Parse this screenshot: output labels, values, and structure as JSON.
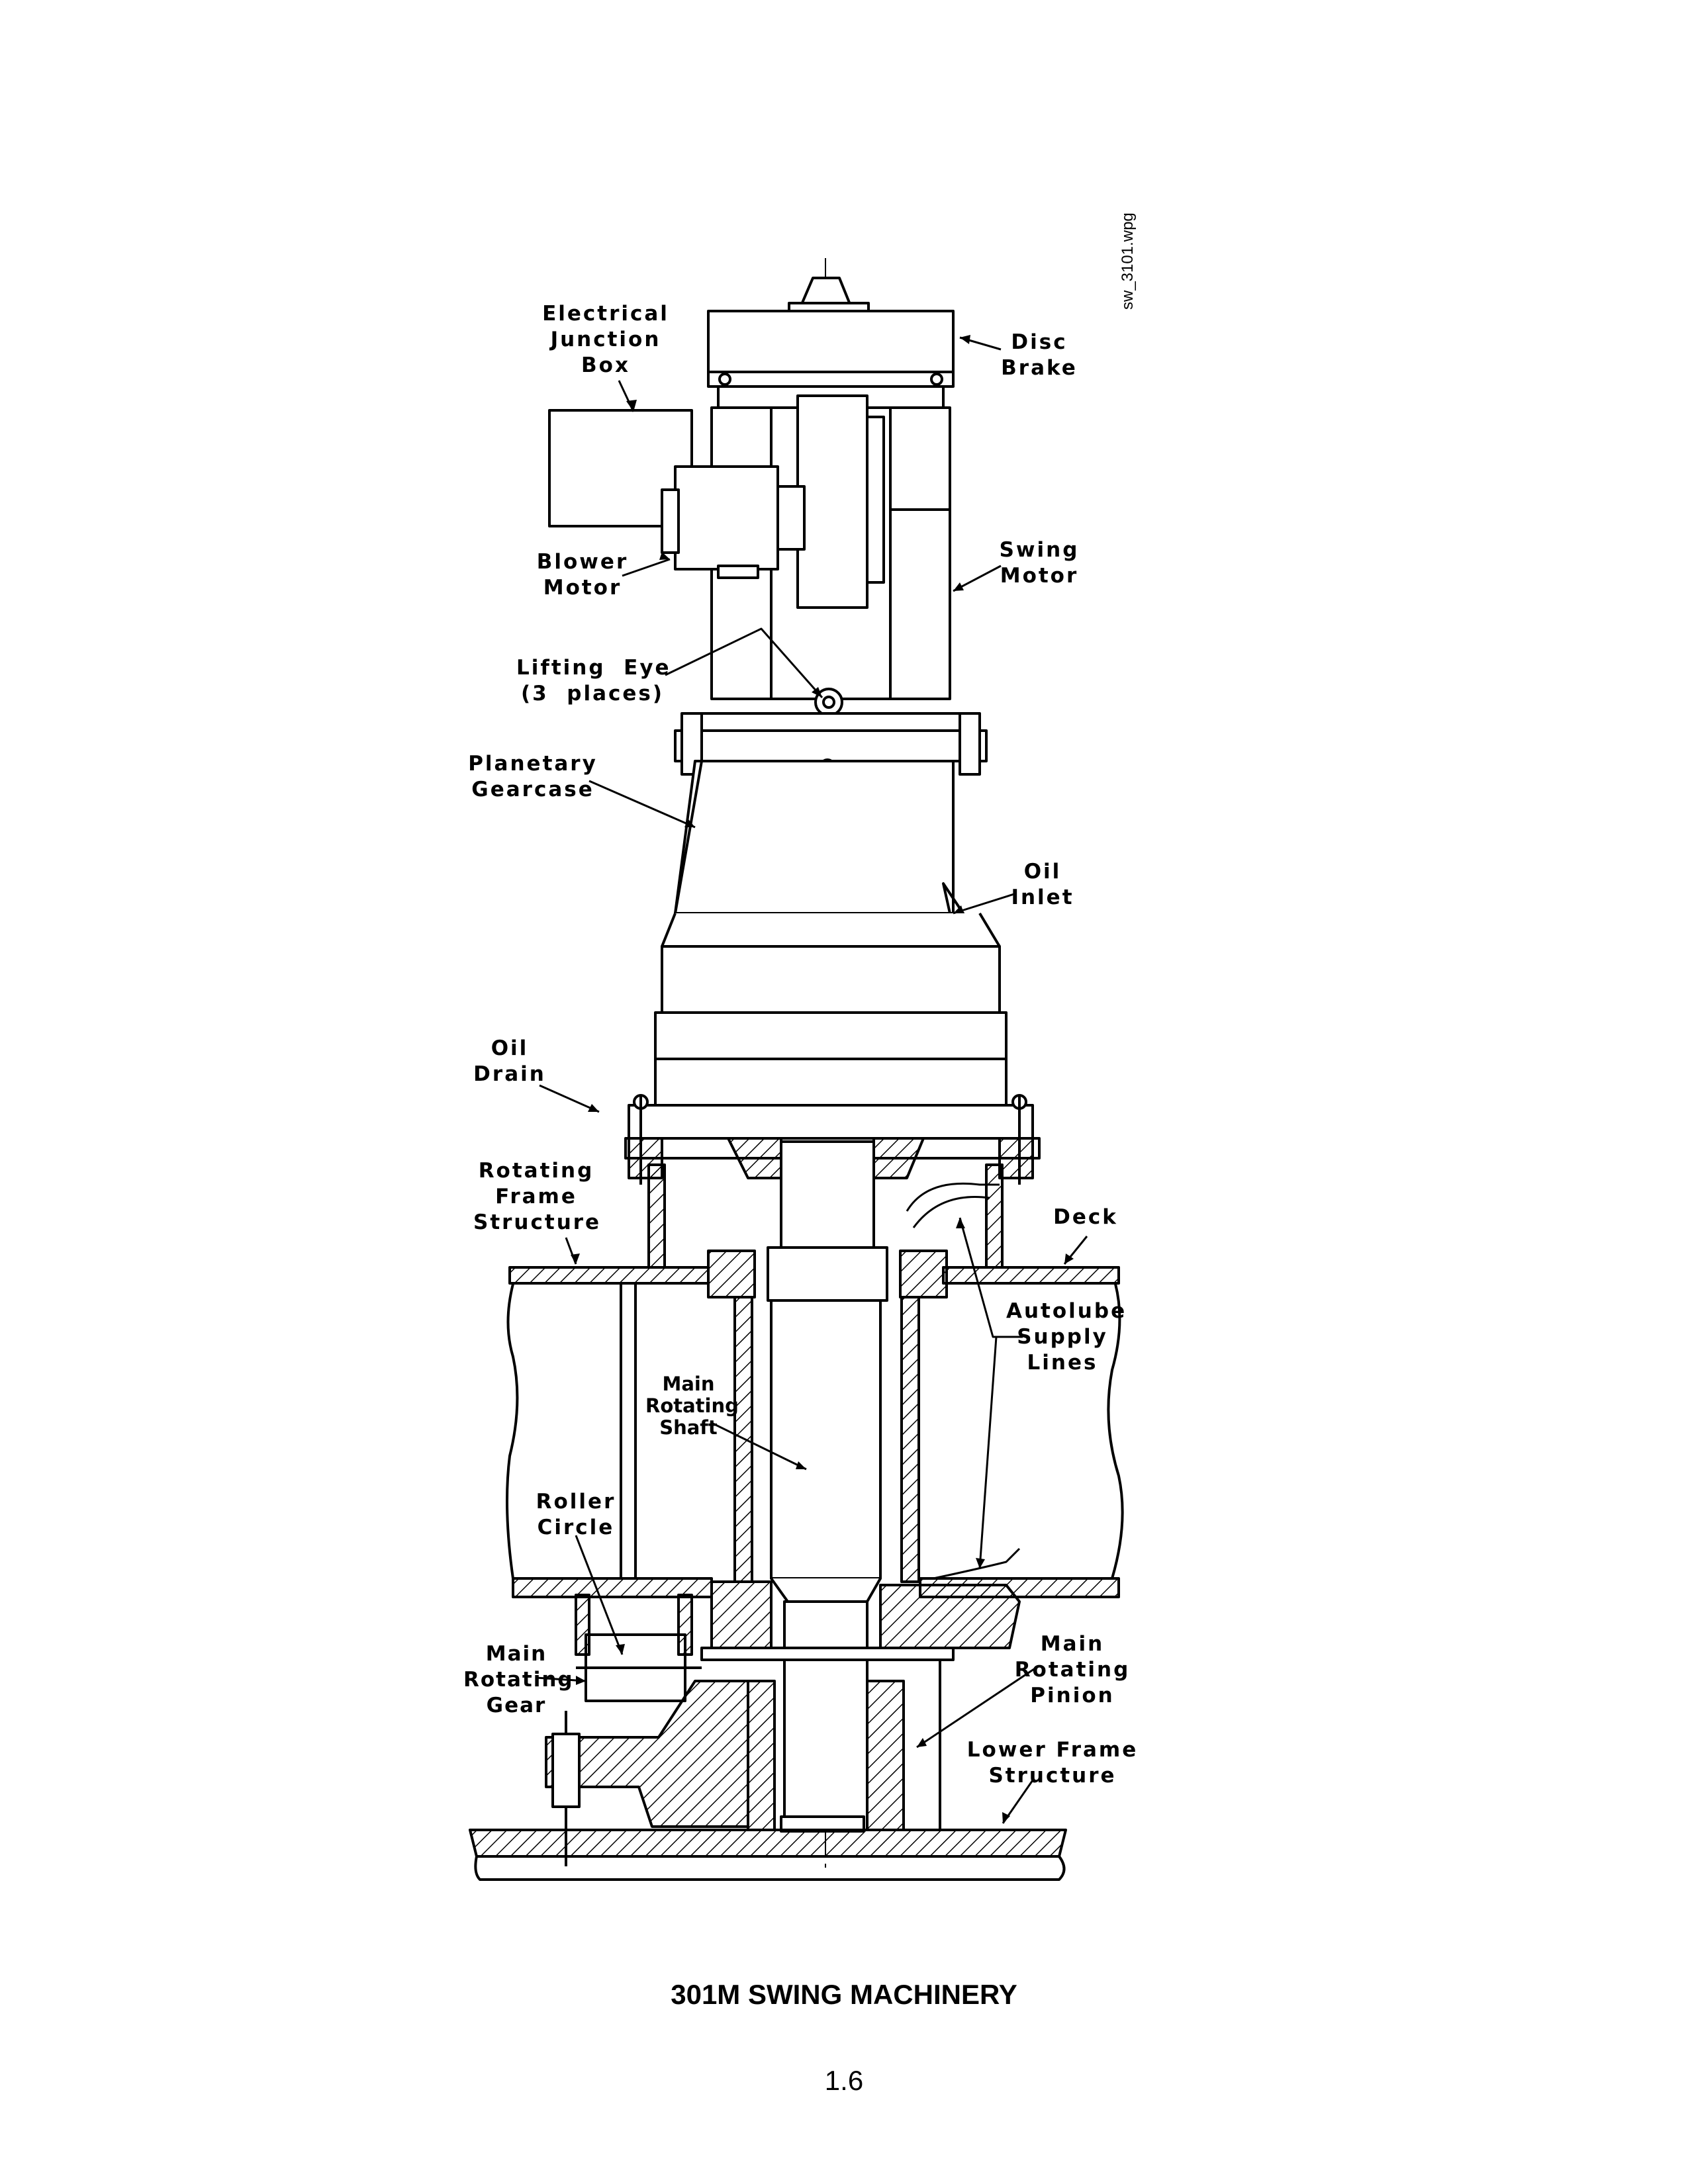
{
  "file_tag": "sw_3101.wpg",
  "title": "301M SWING MACHINERY",
  "page_number": "1.6",
  "labels": {
    "electrical_junction_box": "Electrical\nJunction\nBox",
    "disc_brake": "Disc\nBrake",
    "blower_motor": "Blower\nMotor",
    "swing_motor": "Swing\nMotor",
    "lifting_eye": "Lifting  Eye\n(3  places)",
    "planetary_gearcase": "Planetary\nGearcase",
    "oil_inlet": "Oil\nInlet",
    "oil_drain": "Oil\nDrain",
    "rotating_frame_structure": "Rotating\nFrame\nStructure",
    "deck": "Deck",
    "autolube_supply_lines": "Autolube\nSupply\nLines",
    "main_rotating_shaft": "Main\nRotating\nShaft",
    "roller_circle": "Roller\nCircle",
    "main_rotating_gear": "Main\nRotating\nGear",
    "main_rotating_pinion": "Main\nRotating\nPinion",
    "lower_frame_structure": "Lower Frame\nStructure"
  }
}
